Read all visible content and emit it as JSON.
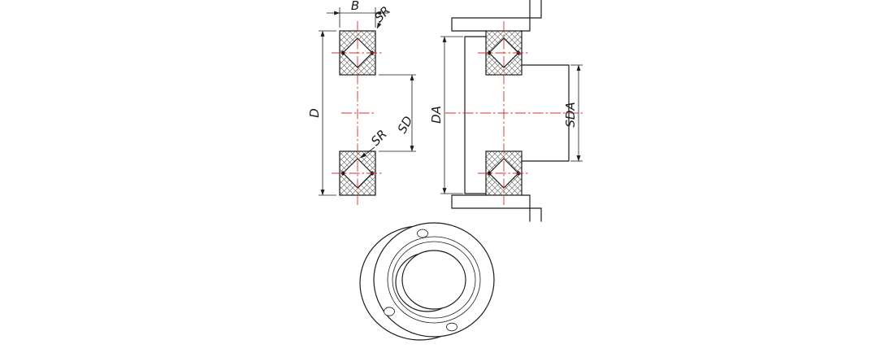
{
  "drawing": {
    "dimensions": {
      "b": "B",
      "sr_outer": "SR",
      "d": "D",
      "sd": "SD",
      "sr_inner": "SR",
      "da": "DA",
      "sda": "SDA"
    },
    "colors": {
      "line": "#1c1c1c",
      "centerline": "#d03030",
      "hatch": "#5a5a5a",
      "background": "#ffffff"
    }
  }
}
